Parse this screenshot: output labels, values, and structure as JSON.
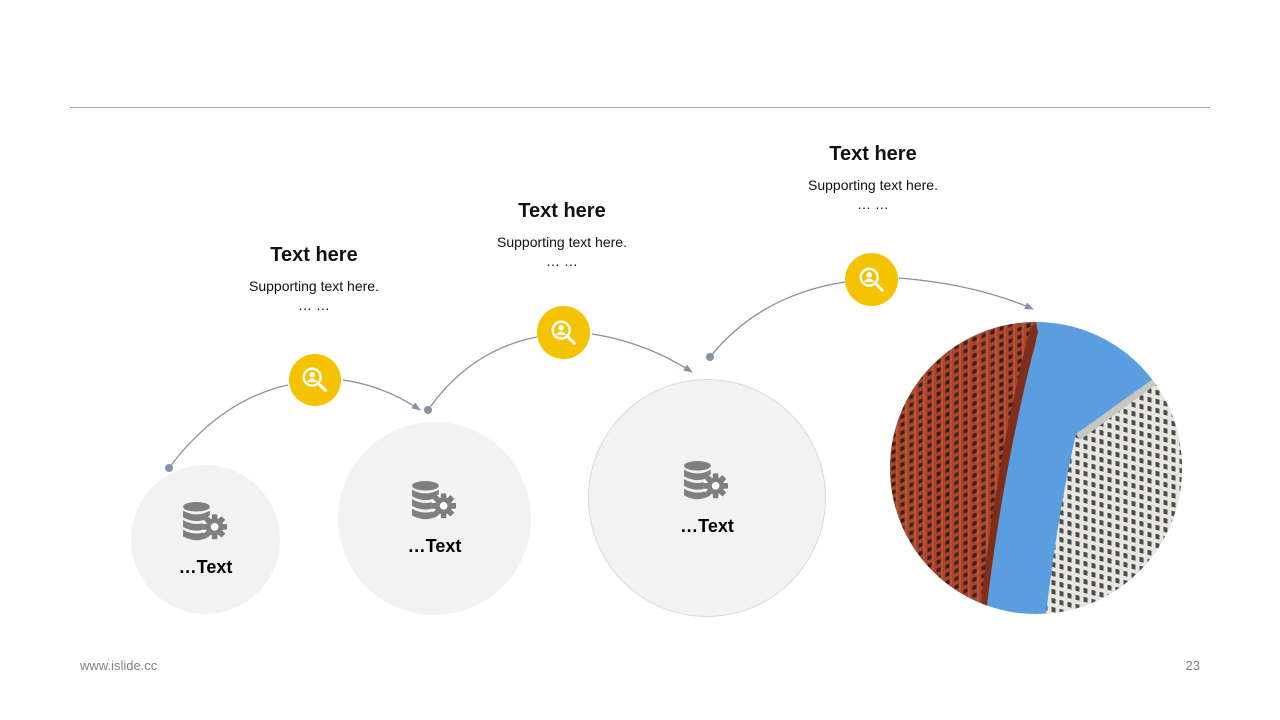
{
  "colors": {
    "accent": "#f5c200",
    "circle_fill": "#f2f2f2",
    "icon_gray": "#7f7f7f",
    "connector": "#8492a6"
  },
  "steps": [
    {
      "heading": "Text here",
      "support": "Supporting text here.",
      "ellipsis": "… …",
      "label": "…Text",
      "marker_icon": "person-search-icon",
      "circle_icon": "database-gear-icon"
    },
    {
      "heading": "Text here",
      "support": "Supporting text here.",
      "ellipsis": "… …",
      "label": "…Text",
      "marker_icon": "person-search-icon",
      "circle_icon": "database-gear-icon"
    },
    {
      "heading": "Text here",
      "support": "Supporting text here.",
      "ellipsis": "… …",
      "label": "…Text",
      "marker_icon": "person-search-icon",
      "circle_icon": "database-gear-icon"
    }
  ],
  "photo": {
    "subject": "building-facade-photo"
  },
  "footer": {
    "website": "www.islide.cc",
    "page_number": "23"
  }
}
